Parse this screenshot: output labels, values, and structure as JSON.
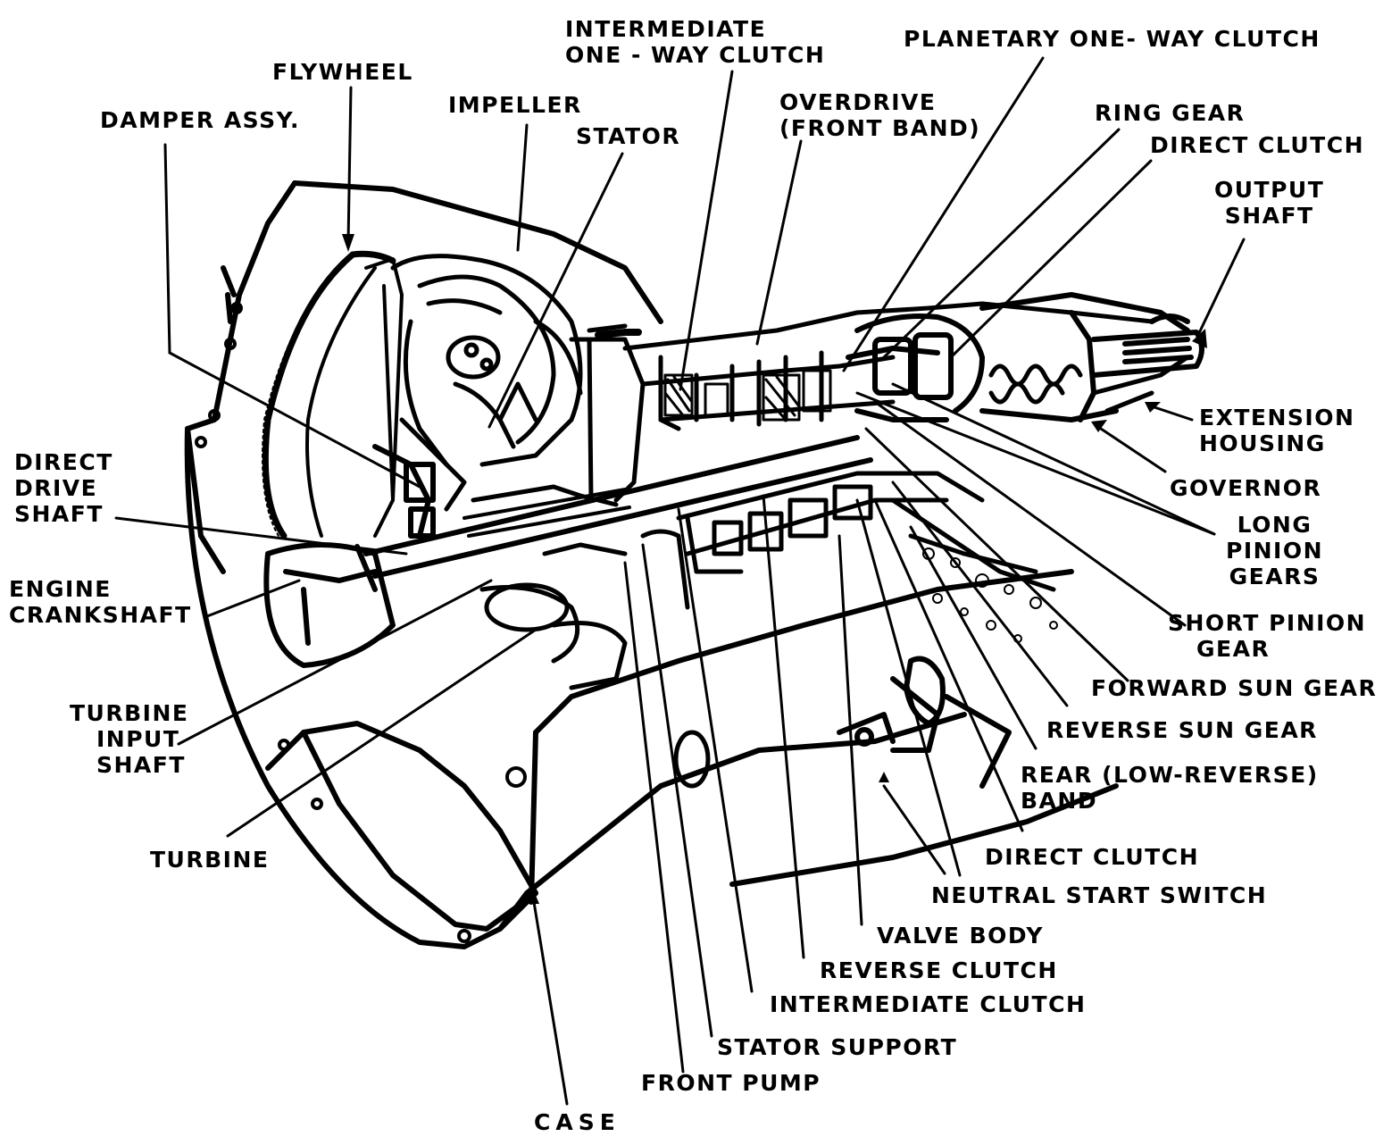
{
  "labels": {
    "flywheel": "FLYWHEEL",
    "damper_assy": "DAMPER ASSY.",
    "impeller": "IMPELLER",
    "stator": "STATOR",
    "intermediate_one_way_clutch": [
      "INTERMEDIATE",
      "ONE - WAY CLUTCH"
    ],
    "overdrive_front_band": [
      "OVERDRIVE",
      "(FRONT BAND)"
    ],
    "planetary_one_way_clutch": "PLANETARY ONE- WAY CLUTCH",
    "ring_gear": "RING GEAR",
    "direct_clutch_top": "DIRECT CLUTCH",
    "output_shaft": [
      "OUTPUT",
      "SHAFT"
    ],
    "extension_housing": [
      "EXTENSION",
      "HOUSING"
    ],
    "governor": "GOVERNOR",
    "long_pinion_gears": [
      "LONG",
      "PINION",
      "GEARS"
    ],
    "short_pinion_gear": [
      "SHORT PINION",
      "GEAR"
    ],
    "forward_sun_gear": "FORWARD SUN GEAR",
    "reverse_sun_gear": "REVERSE SUN GEAR",
    "rear_low_reverse_band": [
      "REAR (LOW-REVERSE)",
      "BAND"
    ],
    "direct_clutch_bottom": "DIRECT CLUTCH",
    "neutral_start_switch": "NEUTRAL START SWITCH",
    "valve_body": "VALVE BODY",
    "reverse_clutch": "REVERSE CLUTCH",
    "intermediate_clutch": "INTERMEDIATE CLUTCH",
    "stator_support": "STATOR SUPPORT",
    "front_pump": "FRONT PUMP",
    "case": "CASE",
    "turbine": "TURBINE",
    "turbine_input_shaft": [
      "TURBINE",
      "INPUT",
      "SHAFT"
    ],
    "engine_crankshaft": [
      "ENGINE",
      "CRANKSHAFT"
    ],
    "direct_drive_shaft": [
      "DIRECT",
      "DRIVE",
      "SHAFT"
    ]
  }
}
